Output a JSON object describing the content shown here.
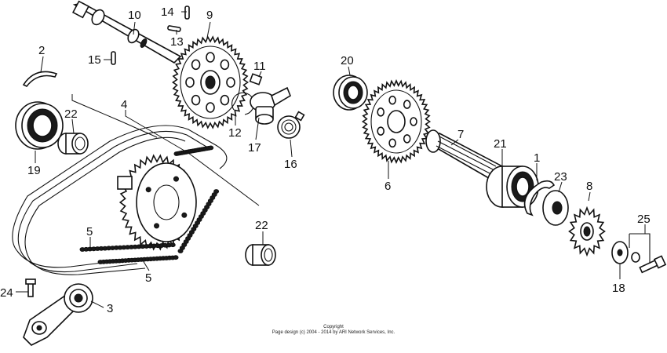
{
  "callouts": {
    "c1": "1",
    "c2": "2",
    "c3": "3",
    "c4": "4",
    "c5a": "5",
    "c5b": "5",
    "c6": "6",
    "c7": "7",
    "c8": "8",
    "c9": "9",
    "c10": "10",
    "c11": "11",
    "c12": "12",
    "c13": "13",
    "c14": "14",
    "c15": "15",
    "c16": "16",
    "c17": "17",
    "c18": "18",
    "c19": "19",
    "c20": "20",
    "c21": "21",
    "c22a": "22",
    "c22b": "22",
    "c23": "23",
    "c24": "24",
    "c25": "25"
  },
  "copyright": {
    "line1": "Copyright",
    "line2": "Page design (c) 2004 - 2014 by ARI Network Services, Inc."
  }
}
